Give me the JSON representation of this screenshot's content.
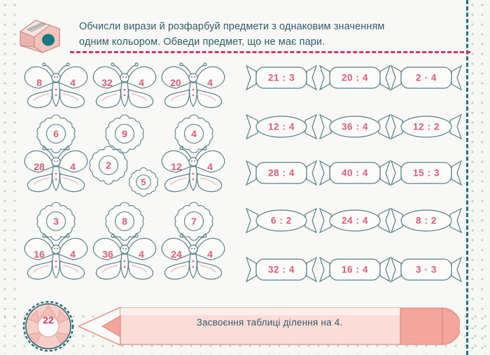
{
  "header": {
    "instruction": "Обчисли вирази й розфарбуй предмети з однаковим значенням\nодним кольором. Обведи предмет, що не має пари.",
    "icon": "pencil-sharpener-icon"
  },
  "colors": {
    "ink_teal": "#2e5d6b",
    "number_pink": "#e05c78",
    "rule_red": "#d6336c",
    "outline": "#5b7f86",
    "dot": "#bfd6d9",
    "pencil_body": "#f8cfc8",
    "pencil_tip": "#e8897f",
    "background": "#f7f8f4"
  },
  "left_panel": {
    "title": "butterflies-and-flowers-grid",
    "rows": [
      {
        "type": "butterflies",
        "items": [
          {
            "kind": "butterfly",
            "left": "8",
            "op": "÷",
            "right": "4"
          },
          {
            "kind": "butterfly",
            "left": "32",
            "op": "÷",
            "right": "4"
          },
          {
            "kind": "butterfly",
            "left": "20",
            "op": "÷",
            "right": "4"
          }
        ]
      },
      {
        "type": "flowers",
        "items": [
          {
            "kind": "flower",
            "value": "6"
          },
          {
            "kind": "flower",
            "value": "9"
          },
          {
            "kind": "flower",
            "value": "4"
          }
        ]
      },
      {
        "type": "mixed",
        "items": [
          {
            "kind": "butterfly",
            "left": "28",
            "op": "÷",
            "right": "4"
          },
          {
            "kind": "flower",
            "value": "2"
          },
          {
            "kind": "flower-small",
            "value": "5"
          },
          {
            "kind": "butterfly",
            "left": "12",
            "op": "÷",
            "right": "4"
          }
        ]
      },
      {
        "type": "flowers",
        "items": [
          {
            "kind": "flower",
            "value": "3"
          },
          {
            "kind": "flower",
            "value": "8"
          },
          {
            "kind": "flower",
            "value": "7"
          }
        ]
      },
      {
        "type": "butterflies",
        "items": [
          {
            "kind": "butterfly",
            "left": "16",
            "op": "÷",
            "right": "4"
          },
          {
            "kind": "butterfly",
            "left": "36",
            "op": "÷",
            "right": "4"
          },
          {
            "kind": "butterfly",
            "left": "24",
            "op": "÷",
            "right": "4"
          }
        ]
      }
    ]
  },
  "right_panel": {
    "title": "candies-grid",
    "rows": [
      {
        "shape": "rect",
        "items": [
          {
            "expression": "21 : 3"
          },
          {
            "expression": "20 : 4"
          },
          {
            "expression": "2 · 4"
          }
        ]
      },
      {
        "shape": "oval",
        "items": [
          {
            "expression": "12 : 4"
          },
          {
            "expression": "36 : 4"
          },
          {
            "expression": "12 : 2"
          }
        ]
      },
      {
        "shape": "rect",
        "items": [
          {
            "expression": "28 : 4"
          },
          {
            "expression": "40 : 4"
          },
          {
            "expression": "15 : 3"
          }
        ]
      },
      {
        "shape": "oval",
        "items": [
          {
            "expression": "6 : 2"
          },
          {
            "expression": "24 : 4"
          },
          {
            "expression": "8 : 2"
          }
        ]
      },
      {
        "shape": "rect",
        "items": [
          {
            "expression": "32 : 4"
          },
          {
            "expression": "16 : 4"
          },
          {
            "expression": "3 · 3"
          }
        ]
      }
    ]
  },
  "footer": {
    "topic_label": "Засвоєння таблиці ділення на 4.",
    "page_number": "22",
    "pencil_icon": "pencil-icon",
    "badge_icon": "flower-rosette-icon"
  }
}
